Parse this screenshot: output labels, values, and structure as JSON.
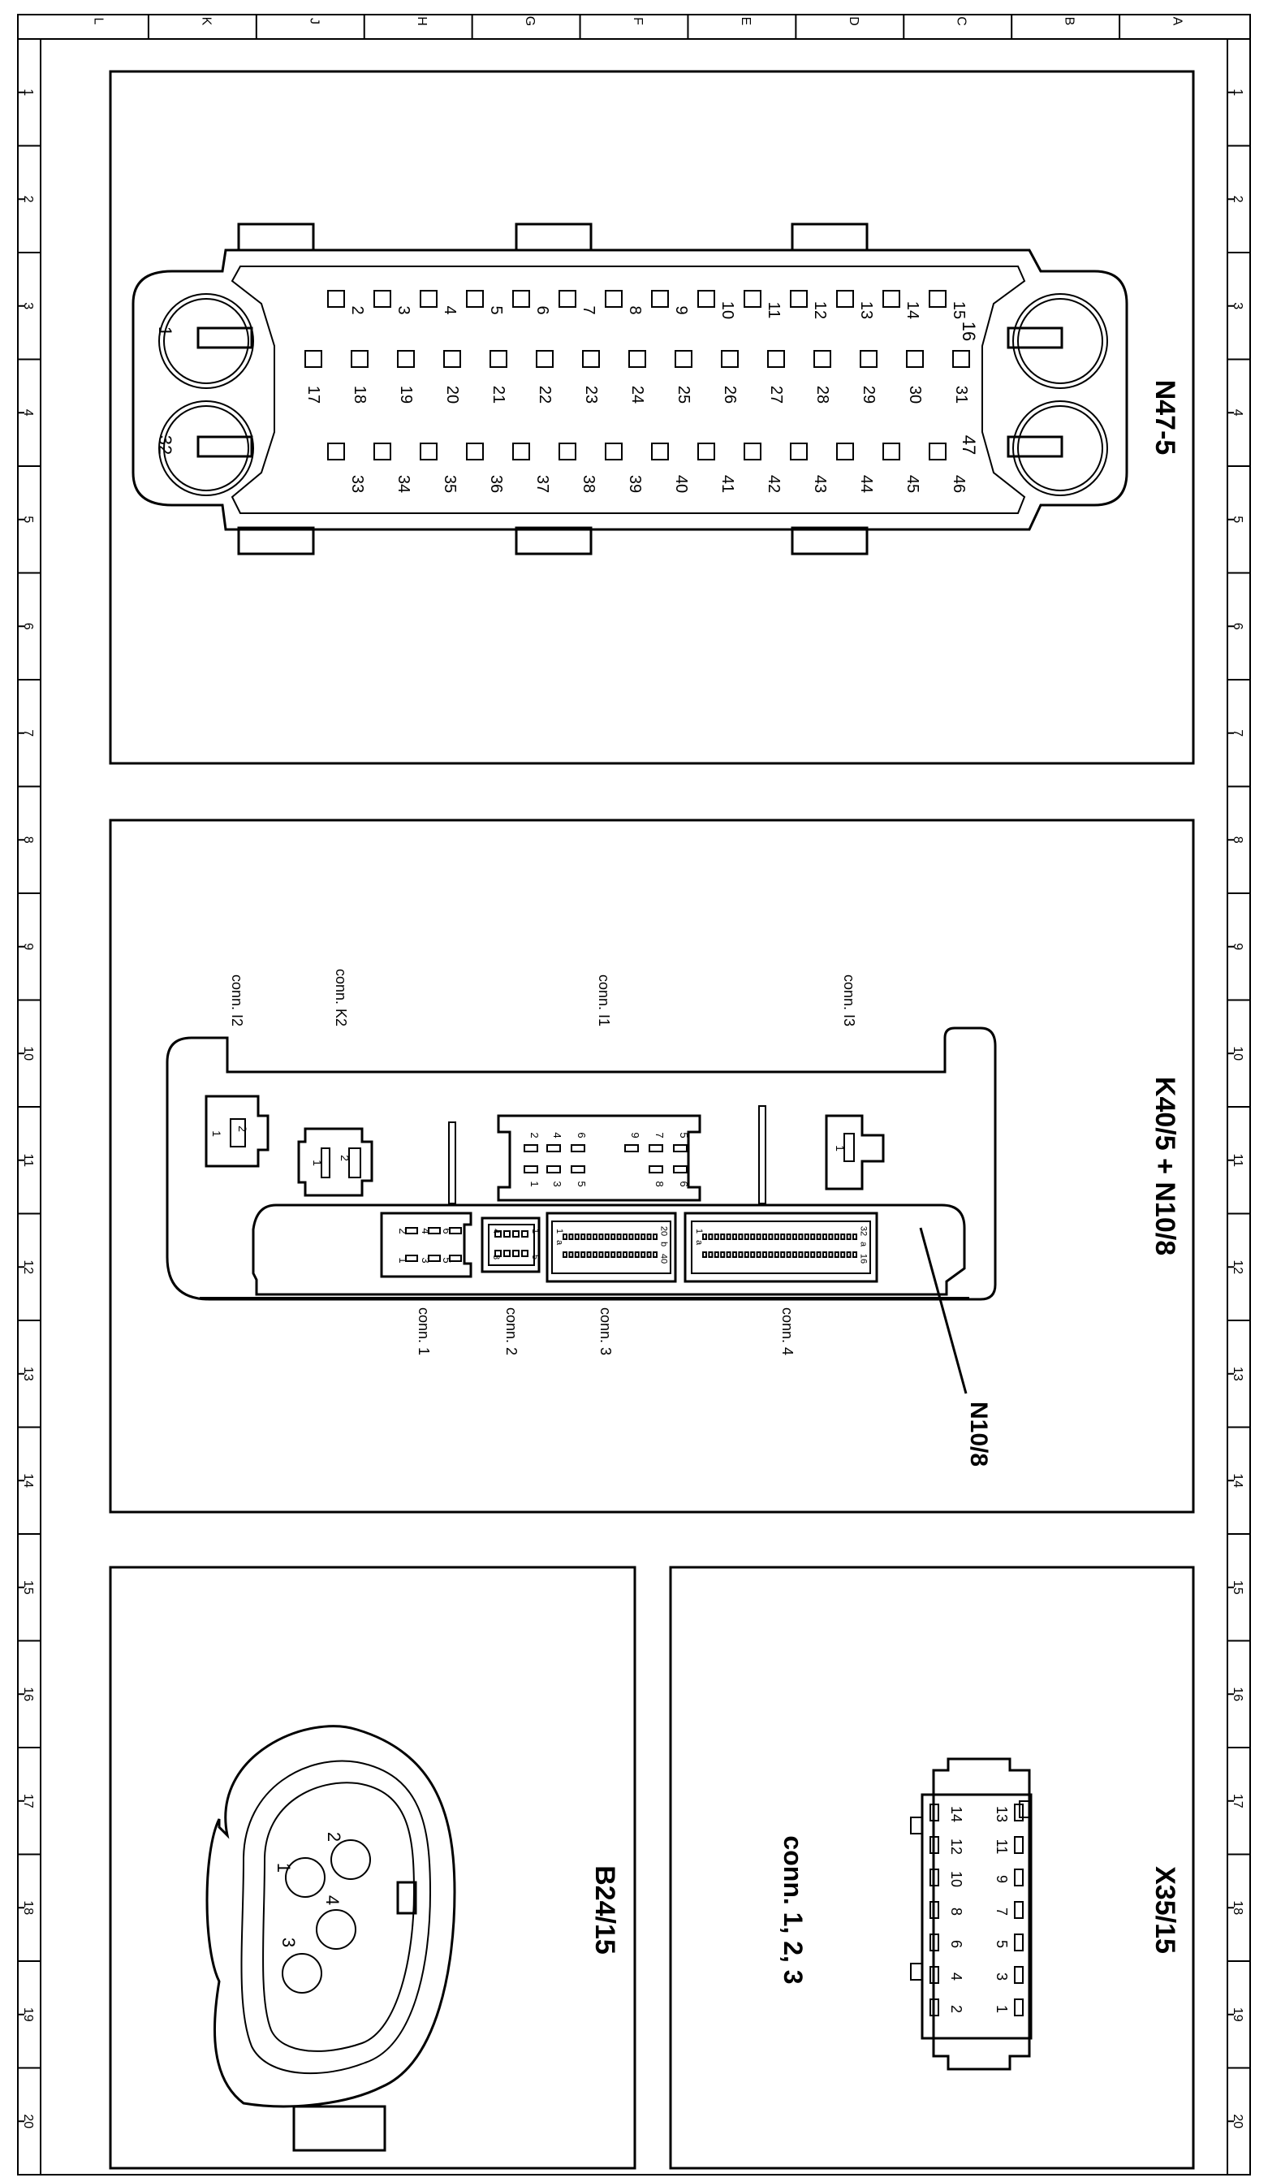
{
  "frame": {
    "columns": [
      "L",
      "K",
      "J",
      "H",
      "G",
      "F",
      "E",
      "D",
      "C",
      "B",
      "A"
    ],
    "rows": [
      "1",
      "2",
      "3",
      "4",
      "5",
      "6",
      "7",
      "8",
      "9",
      "10",
      "11",
      "12",
      "13",
      "14",
      "15",
      "16",
      "17",
      "18",
      "19",
      "20"
    ]
  },
  "panels": {
    "n47": {
      "title": "N47-5",
      "pins": [
        "1",
        "2",
        "3",
        "4",
        "5",
        "6",
        "7",
        "8",
        "9",
        "10",
        "11",
        "12",
        "13",
        "14",
        "15",
        "16",
        "17",
        "18",
        "19",
        "20",
        "21",
        "22",
        "23",
        "24",
        "25",
        "26",
        "27",
        "28",
        "29",
        "30",
        "31",
        "32",
        "33",
        "34",
        "35",
        "36",
        "37",
        "38",
        "39",
        "40",
        "41",
        "42",
        "43",
        "44",
        "45",
        "46",
        "47"
      ]
    },
    "k40": {
      "title": "K40/5 + N10/8",
      "callout": "N10/8",
      "conn_top": {
        "i2": "conn. I2",
        "k2": "conn. K2",
        "i1": "conn. I1",
        "i3": "conn. I3"
      },
      "conn_bottom": {
        "c1": "conn. 1",
        "c2": "conn. 2",
        "c3": "conn. 3",
        "c4": "conn. 4"
      },
      "i2_pins": [
        "2",
        "1"
      ],
      "k2_pins": [
        "2",
        "1"
      ],
      "i3_pins": [
        "1"
      ],
      "i1_pins_top": [
        "2",
        "4",
        "6",
        "9",
        "7",
        "5"
      ],
      "i1_pins_bottom": [
        "1",
        "3",
        "5",
        "8",
        "6"
      ],
      "c1_pins_top": [
        "2",
        "4",
        "6"
      ],
      "c1_pins_bottom": [
        "1",
        "3",
        "5"
      ],
      "c2_pins": [
        "4",
        "8",
        "1",
        "5"
      ],
      "c3_pins": [
        "1",
        "a",
        "20",
        "b",
        "40"
      ],
      "c4_pins": [
        "1",
        "a",
        "32",
        "a",
        "16"
      ]
    },
    "b24": {
      "title": "B24/15",
      "pins": [
        "1",
        "2",
        "3",
        "4"
      ]
    },
    "x35": {
      "title": "X35/15",
      "subtitle": "conn. 1, 2, 3",
      "pins": [
        "14",
        "13",
        "12",
        "11",
        "10",
        "9",
        "8",
        "7",
        "6",
        "5",
        "4",
        "3",
        "2",
        "1"
      ]
    }
  }
}
